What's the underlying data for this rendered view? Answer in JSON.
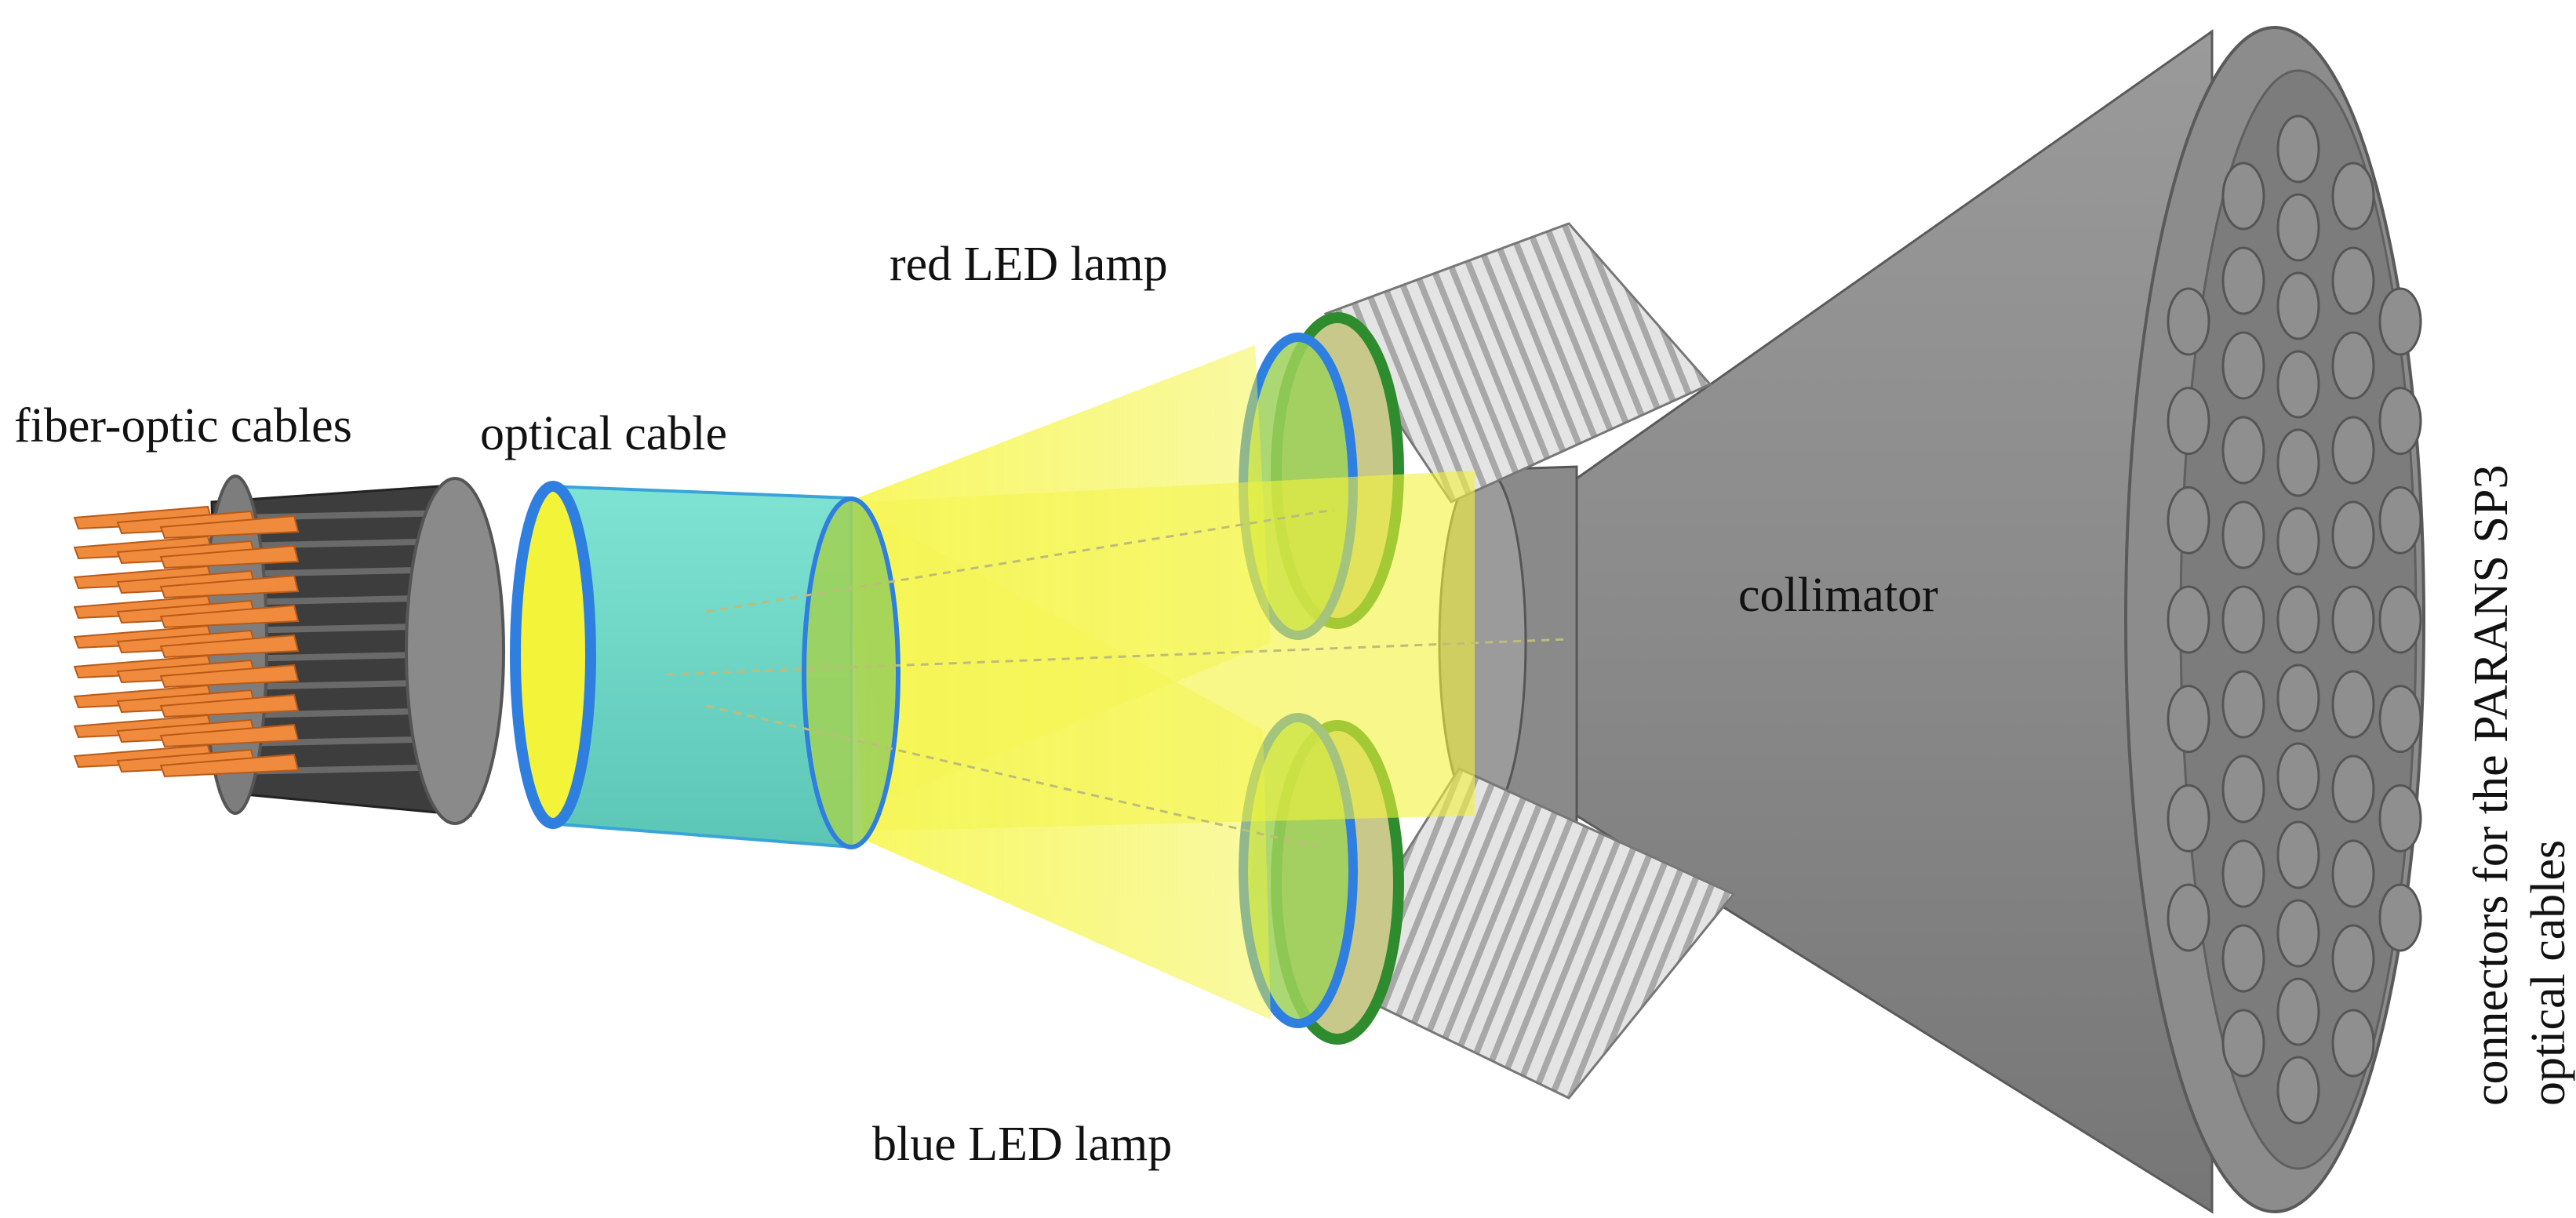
{
  "labels": {
    "fiber_optic_cables": "fiber-optic cables",
    "optical_cable": "optical cable",
    "red_led_lamp": "red LED lamp",
    "blue_led_lamp": "blue LED lamp",
    "collimator": "collimator",
    "connectors_line1": "connectors for the PARANS SP3",
    "connectors_line2": "optical cables"
  },
  "colors": {
    "fiber_tips": "#f08a3c",
    "fiber_bundle": "#3a3a3a",
    "metal_grey": "#8e8e8e",
    "optical_cylinder": "#6fd8c8",
    "lens_green": "#9ed15a",
    "light_beam": "#f3f33a",
    "lens_rim_blue": "#2f7fe0",
    "led_ring_green": "#2e8b2e",
    "heatsink": "#d9d9d9"
  }
}
